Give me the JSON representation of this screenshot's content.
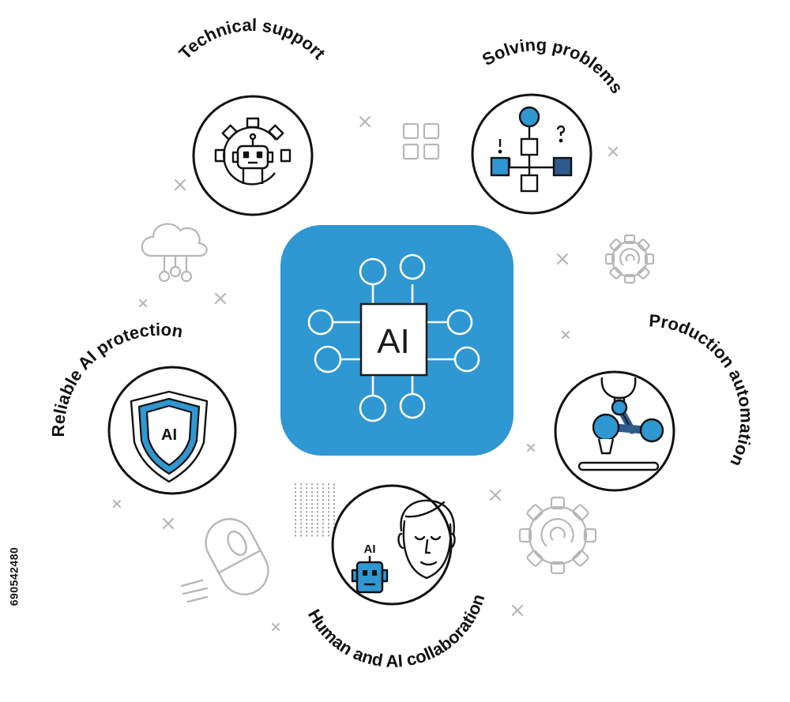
{
  "center": {
    "label": "AI"
  },
  "features": [
    {
      "label": "Technical support"
    },
    {
      "label": "Solving problems"
    },
    {
      "label": "Reliable AI protection",
      "badge": "AI"
    },
    {
      "label": "Production automation"
    },
    {
      "label": "Human and AI collaboration",
      "badge": "AI"
    }
  ],
  "stock_id": "690542480",
  "colors": {
    "accent": "#2f97d1",
    "dark_blue": "#2f5a8e",
    "line": "#111111",
    "decor": "#b7b7b7"
  }
}
